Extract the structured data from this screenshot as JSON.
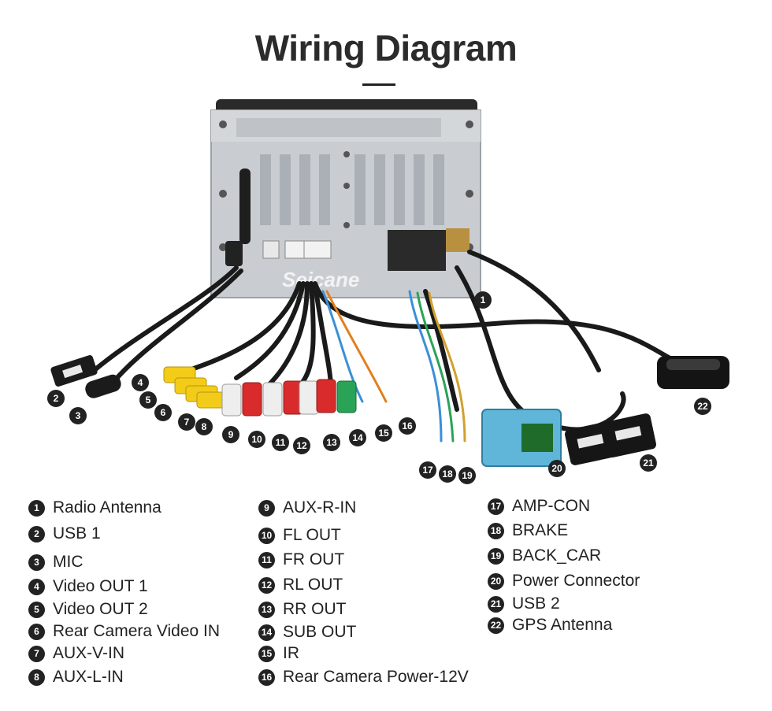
{
  "title": "Wiring Diagram",
  "brand_watermark": "Seicane",
  "colors": {
    "badge": "#222222",
    "unit_body": "#c8ccd0",
    "rca_yellow": "#f2cc19",
    "rca_red": "#d92b2b",
    "rca_white": "#eeeeee",
    "rca_green": "#2aa357",
    "power_connector": "#5fb6d8",
    "cable": "#1a1a1a"
  },
  "legend": [
    {
      "num": "1",
      "label": "Radio Antenna"
    },
    {
      "num": "2",
      "label": "USB 1"
    },
    {
      "num": "3",
      "label": "MIC"
    },
    {
      "num": "4",
      "label": "Video OUT 1"
    },
    {
      "num": "5",
      "label": "Video OUT 2"
    },
    {
      "num": "6",
      "label": "Rear Camera Video IN"
    },
    {
      "num": "7",
      "label": "AUX-V-IN"
    },
    {
      "num": "8",
      "label": "AUX-L-IN"
    },
    {
      "num": "9",
      "label": "AUX-R-IN"
    },
    {
      "num": "10",
      "label": "FL OUT"
    },
    {
      "num": "11",
      "label": "FR OUT"
    },
    {
      "num": "12",
      "label": "RL OUT"
    },
    {
      "num": "13",
      "label": "RR OUT"
    },
    {
      "num": "14",
      "label": "SUB OUT"
    },
    {
      "num": "15",
      "label": "IR"
    },
    {
      "num": "16",
      "label": "Rear Camera Power-12V"
    },
    {
      "num": "17",
      "label": "AMP-CON"
    },
    {
      "num": "18",
      "label": "BRAKE"
    },
    {
      "num": "19",
      "label": "BACK_CAR"
    },
    {
      "num": "20",
      "label": "Power Connector"
    },
    {
      "num": "21",
      "label": "USB 2"
    },
    {
      "num": "22",
      "label": "GPS Antenna"
    }
  ],
  "callouts": [
    "1",
    "2",
    "3",
    "4",
    "5",
    "6",
    "7",
    "8",
    "9",
    "10",
    "11",
    "12",
    "13",
    "14",
    "15",
    "16",
    "17",
    "18",
    "19",
    "20",
    "21",
    "22"
  ]
}
